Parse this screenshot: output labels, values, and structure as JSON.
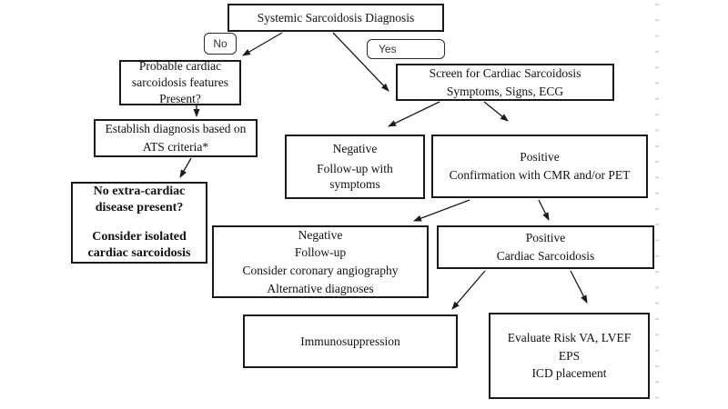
{
  "diagram_title": "Systemic Sarcoidosis Diagnosis flowchart",
  "branch_labels": {
    "no": "No",
    "yes": "Yes"
  },
  "nodes": {
    "systemic": {
      "lines": [
        "Systemic Sarcoidosis Diagnosis"
      ]
    },
    "probable": {
      "lines": [
        "Probable cardiac",
        "sarcoidosis features",
        "Present?"
      ]
    },
    "establish": {
      "lines": [
        "Establish diagnosis based on",
        "ATS criteria*"
      ]
    },
    "isolated": {
      "lines": [
        "No extra-cardiac",
        "disease present?",
        "Consider isolated",
        "cardiac sarcoidosis"
      ]
    },
    "screen": {
      "lines": [
        "Screen for Cardiac Sarcoidosis",
        "Symptoms, Signs, ECG"
      ]
    },
    "negative_followup": {
      "lines": [
        "Negative",
        "Follow-up with",
        "symptoms"
      ]
    },
    "positive_confirm": {
      "lines": [
        "Positive",
        "Confirmation with CMR and/or PET"
      ]
    },
    "negative_angio": {
      "lines": [
        "Negative",
        "Follow-up",
        "Consider coronary angiography",
        "Alternative diagnoses"
      ]
    },
    "positive_cs": {
      "lines": [
        "Positive",
        "Cardiac Sarcoidosis"
      ]
    },
    "immunosuppression": {
      "lines": [
        "Immunosuppression"
      ]
    },
    "evaluate": {
      "lines": [
        "Evaluate Risk VA, LVEF",
        "EPS",
        "ICD placement"
      ]
    }
  },
  "colors": {
    "background": "#ffffff",
    "box_border": "#1a1a1a",
    "arrow": "#1a1a1a",
    "ruler_tick": "#d9d9d9"
  }
}
